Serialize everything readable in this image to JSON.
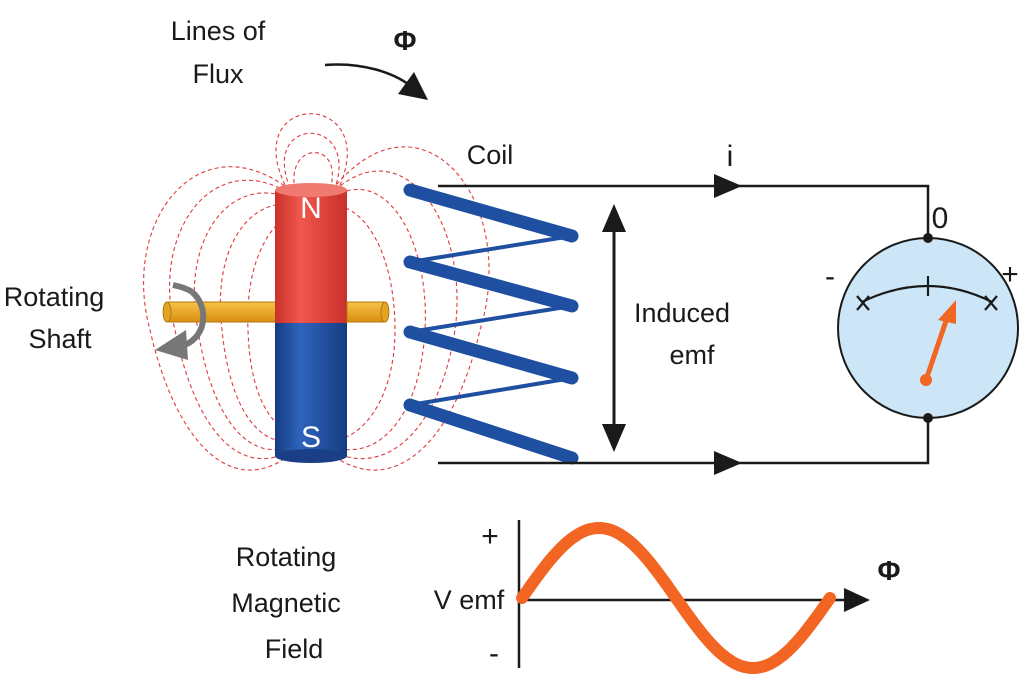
{
  "labels": {
    "lines_of_flux_1": "Lines of",
    "lines_of_flux_2": "Flux",
    "phi_top": "Φ",
    "coil": "Coil",
    "current": "i",
    "rotating_shaft_1": "Rotating",
    "rotating_shaft_2": "Shaft",
    "induced_emf_1": "Induced",
    "induced_emf_2": "emf",
    "meter_zero": "0",
    "meter_minus": "-",
    "meter_plus": "+",
    "magnet_north": "N",
    "magnet_south": "S",
    "rotating_field_1": "Rotating",
    "rotating_field_2": "Magnetic",
    "rotating_field_3": "Field",
    "graph_plus": "+",
    "graph_minus": "-",
    "graph_y": "V emf",
    "graph_x": "Φ"
  },
  "colors": {
    "north": "#e8463b",
    "south": "#1f4fa0",
    "coil": "#1f4fa0",
    "shaft": "#f2a81d",
    "flux_lines": "#e0393a",
    "meter_face": "#cde6f7",
    "needle": "#f26522",
    "sine": "#f26522",
    "wire": "#1a1a1a",
    "rotation_arrow": "#777777"
  }
}
